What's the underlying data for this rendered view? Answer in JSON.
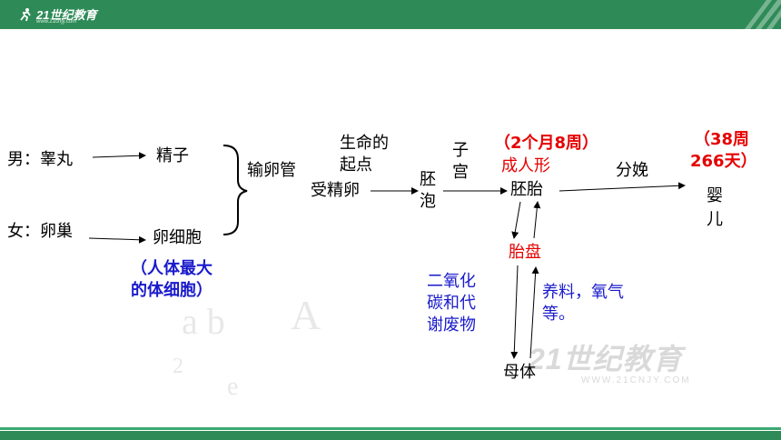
{
  "header": {
    "logo_text": "21世纪教育",
    "logo_sub": "www.21cnjy.com"
  },
  "watermark": {
    "logo_text": "21世纪教育",
    "url": "WWW.21CNJY.COM"
  },
  "diagram": {
    "male": "男：睾丸",
    "sperm": "精子",
    "female": "女：卵巢",
    "egg": "卵细胞",
    "egg_note_1": "（人体最大",
    "egg_note_2": "的体细胞）",
    "oviduct": "输卵管",
    "life_start_1": "生命的",
    "life_start_2": "起点",
    "zygote": "受精卵",
    "blastocyst_1": "胚",
    "blastocyst_2": "泡",
    "uterus_1": "子",
    "uterus_2": "宫",
    "time_note": "（2个月8周）",
    "human_form": "成人形",
    "fetus": "胚胎",
    "birth": "分娩",
    "term_1": "（38周",
    "term_2": "266天）",
    "infant_1": "婴",
    "infant_2": "儿",
    "placenta": "胎盘",
    "waste_1": "二氧化",
    "waste_2": "碳和代",
    "waste_3": "谢废物",
    "nutrients_1": "养料，氧气",
    "nutrients_2": "等。",
    "mother": "母体"
  }
}
